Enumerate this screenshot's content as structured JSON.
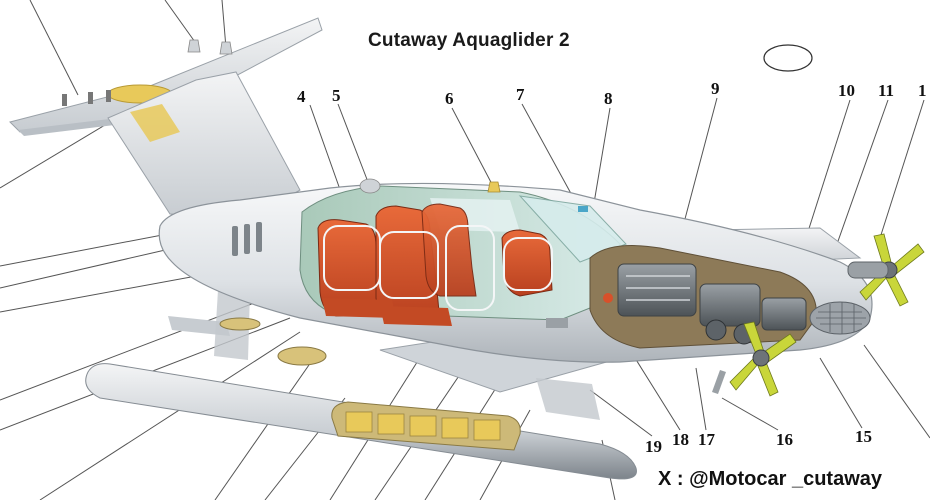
{
  "title": "Cutaway Aquaglider 2",
  "credit": "X : @Motocar _cutaway",
  "callouts": [
    "4",
    "5",
    "6",
    "7",
    "8",
    "9",
    "10",
    "11",
    "1",
    "15",
    "16",
    "17",
    "18",
    "19"
  ],
  "colors": {
    "seat": "#d8502a",
    "accent": "#e8c95a",
    "hull": "#e4e7ea",
    "cabin_glass": "#bcd8d0",
    "engine": "#6d7378",
    "propeller": "#c9d63a",
    "leader_line": "#555555"
  }
}
